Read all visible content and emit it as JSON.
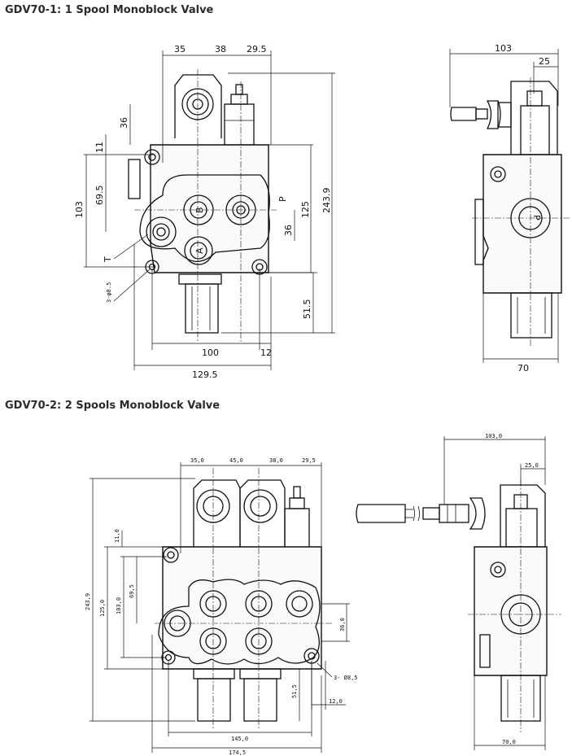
{
  "sections": [
    {
      "title": "GDV70-1: 1 Spool Monoblock Valve",
      "front": {
        "dims": [
          "35",
          "38",
          "29.5",
          "36",
          "11",
          "69.5",
          "103",
          "P",
          "125",
          "243.9",
          "B",
          "A",
          "36",
          "T",
          "3-φ8.5",
          "51.5",
          "100",
          "12",
          "129.5"
        ]
      },
      "side": {
        "dims": [
          "103",
          "25",
          "P",
          "70"
        ]
      }
    },
    {
      "title": "GDV70-2: 2 Spools Monoblock Valve",
      "front": {
        "dims": [
          "35,0",
          "45,0",
          "38,0",
          "29,5",
          "11,0",
          "243,9",
          "125,0",
          "103,0",
          "69,5",
          "36,0",
          "3- Ø8,5",
          "51,5",
          "12,0",
          "145,0",
          "174,5"
        ]
      },
      "side": {
        "dims": [
          "103,0",
          "25,0",
          "70,0"
        ]
      }
    }
  ]
}
